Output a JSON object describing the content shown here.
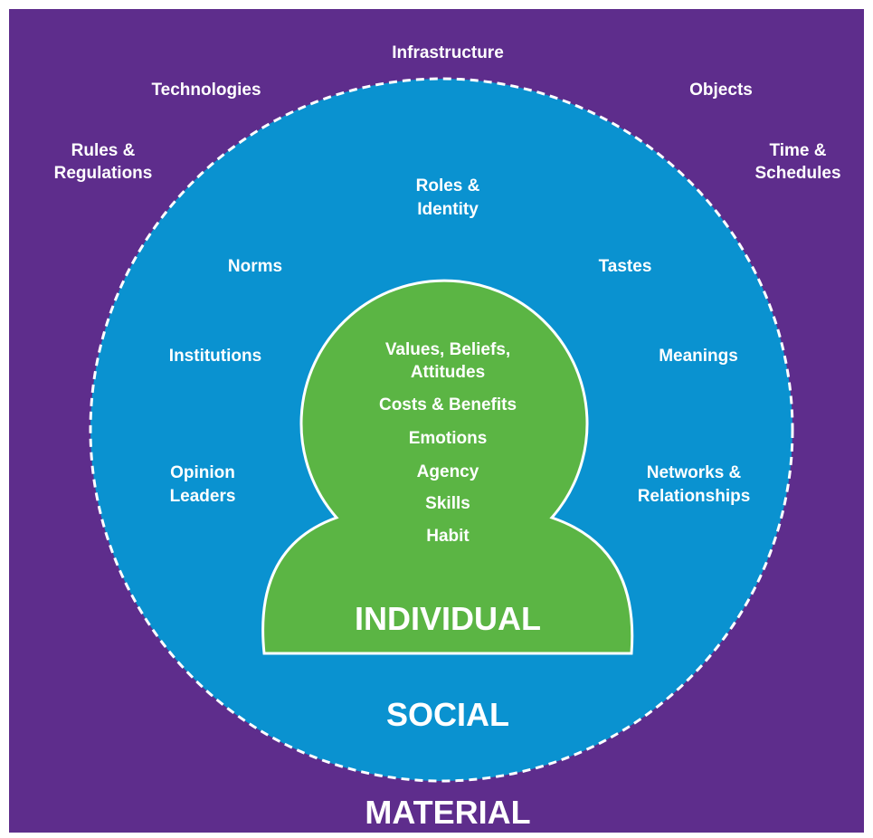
{
  "colors": {
    "material": "#5e2d8c",
    "social": "#0a92d0",
    "individual": "#5bb544",
    "text": "#ffffff",
    "border": "#ffffff"
  },
  "material": {
    "title": "MATERIAL",
    "infrastructure": "Infrastructure",
    "technologies": "Technologies",
    "objects": "Objects",
    "rules_line1": "Rules &",
    "rules_line2": "Regulations",
    "time_line1": "Time &",
    "time_line2": "Schedules"
  },
  "social": {
    "title": "SOCIAL",
    "roles_line1": "Roles &",
    "roles_line2": "Identity",
    "norms": "Norms",
    "tastes": "Tastes",
    "institutions": "Institutions",
    "meanings": "Meanings",
    "opinion_line1": "Opinion",
    "opinion_line2": "Leaders",
    "networks_line1": "Networks &",
    "networks_line2": "Relationships"
  },
  "individual": {
    "title": "INDIVIDUAL",
    "values_line1": "Values, Beliefs,",
    "values_line2": "Attitudes",
    "costs": "Costs & Benefits",
    "emotions": "Emotions",
    "agency": "Agency",
    "skills": "Skills",
    "habit": "Habit"
  }
}
